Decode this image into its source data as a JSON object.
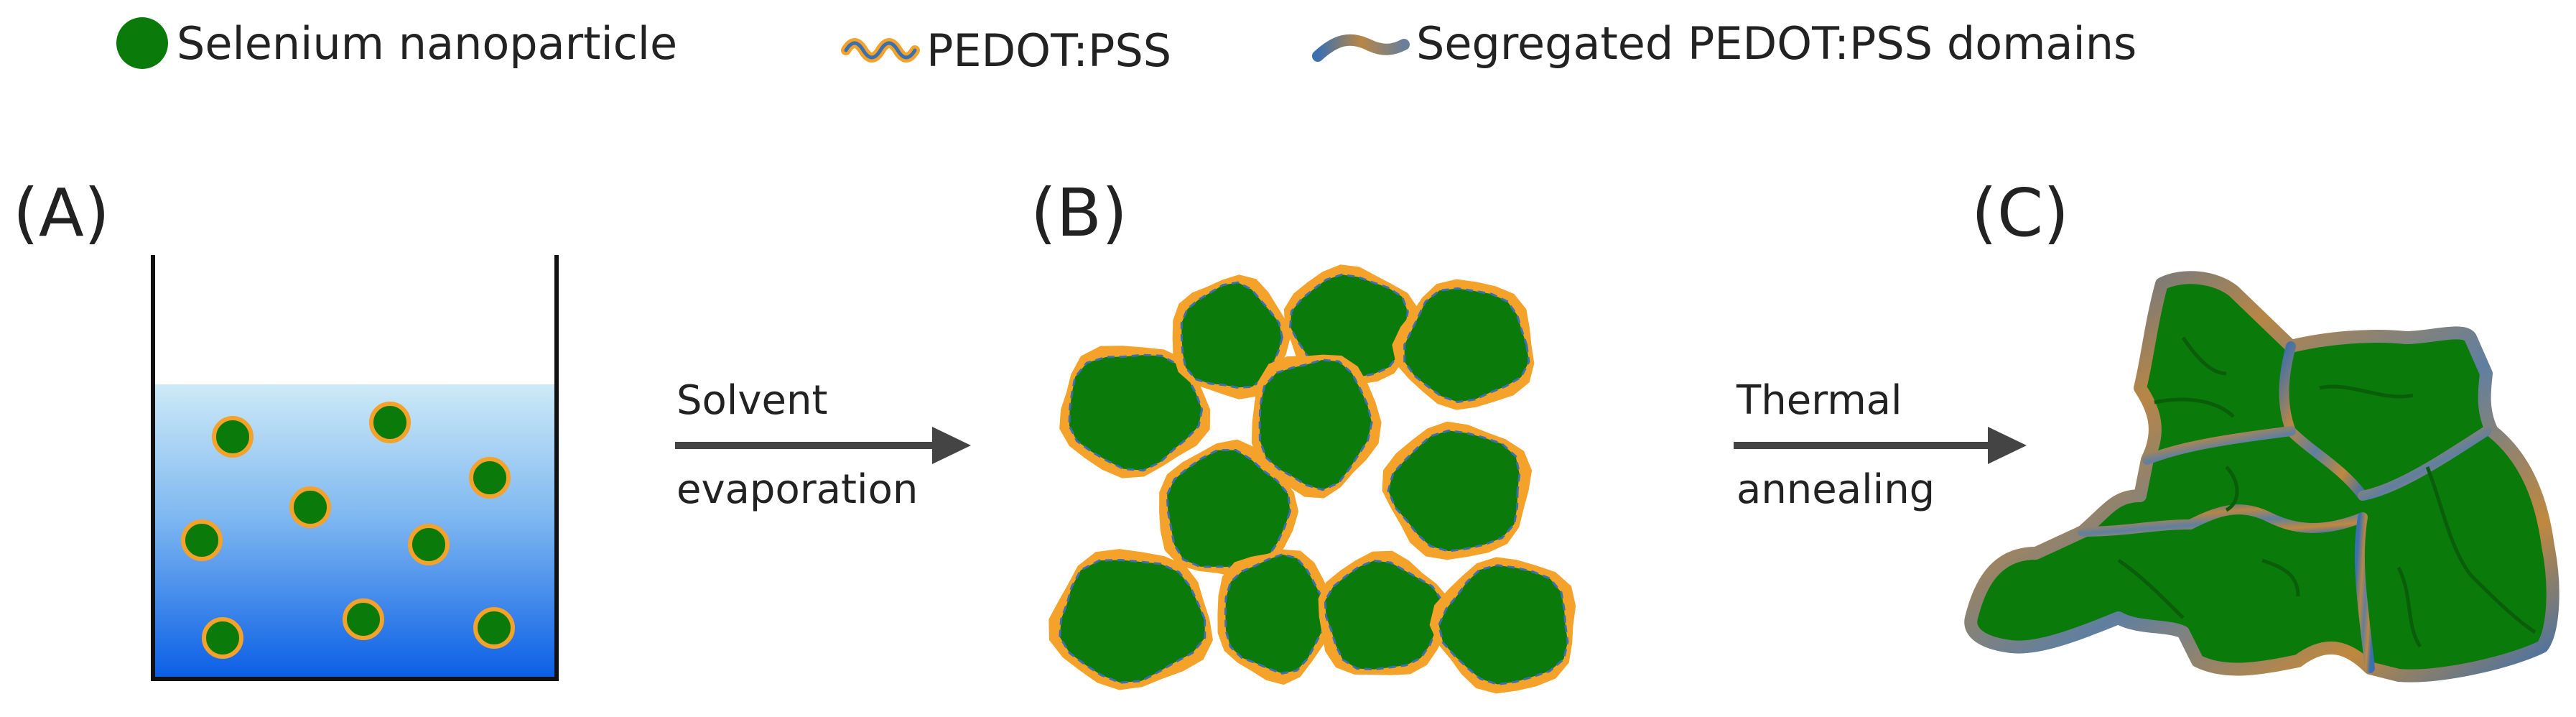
{
  "legend": {
    "items": [
      {
        "label": "Selenium nanoparticle",
        "icon": "green-circle-icon"
      },
      {
        "label": "PEDOT:PSS",
        "icon": "wavy-chain-icon"
      },
      {
        "label": "Segregated PEDOT:PSS domains",
        "icon": "segregated-strip-icon"
      }
    ]
  },
  "panels": [
    {
      "label": "(A)"
    },
    {
      "label": "(B)"
    },
    {
      "label": "(C)"
    }
  ],
  "arrows": [
    {
      "line1": "Solvent",
      "line2": "evaporation"
    },
    {
      "line1": "Thermal",
      "line2": "annealing"
    }
  ],
  "colors": {
    "selenium": "#0a7a0a",
    "pedot_orange": "#f4a22a",
    "pedot_blue": "#3a6fb0",
    "domain_brown": "#a07a4a",
    "liquid_top": "#c8e8f6",
    "liquid_bottom": "#0a62e8",
    "arrow": "#444444"
  }
}
